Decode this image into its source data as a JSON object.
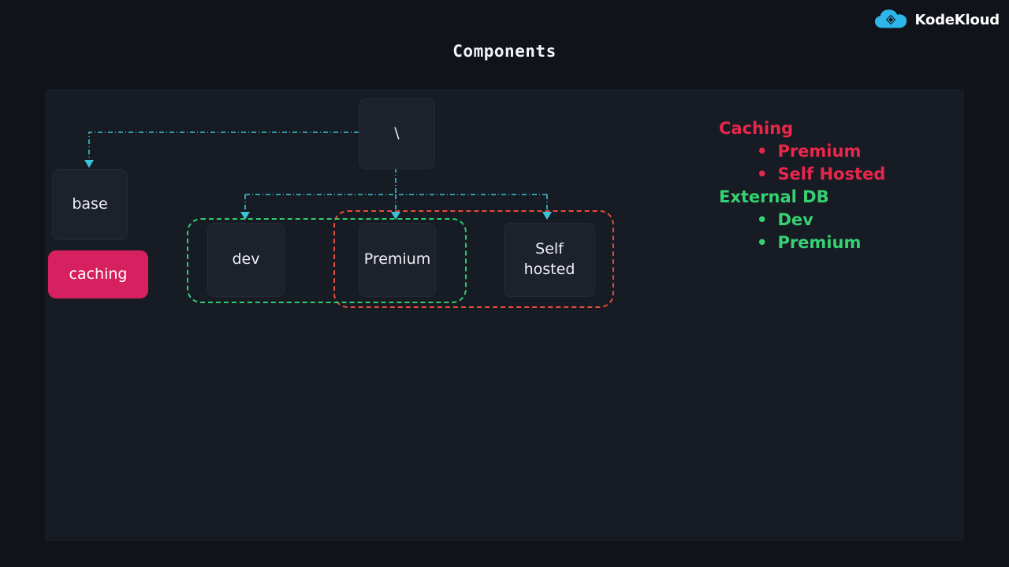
{
  "header": {
    "title": "Components"
  },
  "brand": {
    "name": "KodeKloud"
  },
  "diagram": {
    "root": {
      "label": "\\"
    },
    "nodes": {
      "base": {
        "label": "base"
      },
      "caching": {
        "label": "caching",
        "color": "#d6205f"
      },
      "dev": {
        "label": "dev"
      },
      "premium": {
        "label": "Premium"
      },
      "self_hosted": {
        "label": "Self hosted"
      }
    },
    "connector_color": "#38c4d8",
    "zones": {
      "green_zone_color": "#2ecc71",
      "red_zone_color": "#e74c3c"
    }
  },
  "legend": {
    "bullet": "•",
    "groups": [
      {
        "title": "Caching",
        "color": "#e8274b",
        "items": [
          "Premium",
          "Self Hosted"
        ]
      },
      {
        "title": "External DB",
        "color": "#36d173",
        "items": [
          "Dev",
          "Premium"
        ]
      }
    ]
  }
}
